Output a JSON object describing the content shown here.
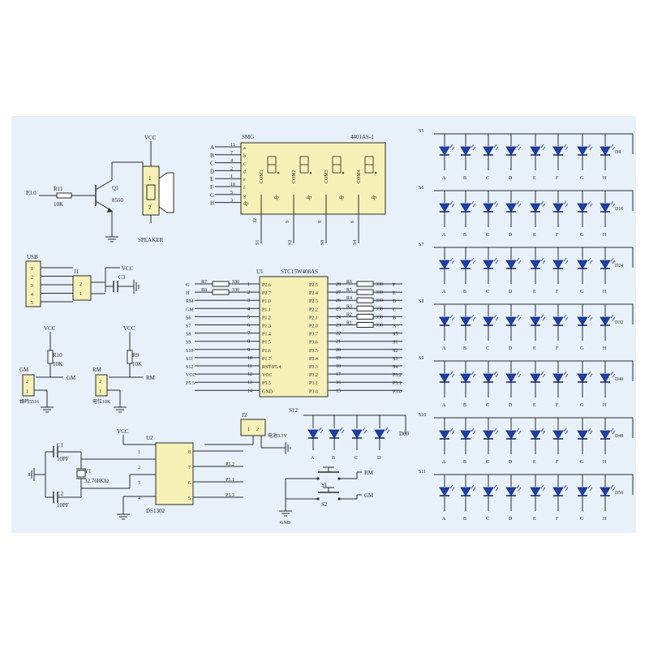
{
  "speaker": {
    "vcc": "VCC",
    "p30": "P3.0",
    "r11": "R11",
    "r11_val": "10K",
    "q1": "Q1",
    "q1_val": "8550",
    "pin2": "2",
    "pin1": "1",
    "label": "SPEAKER"
  },
  "smg": {
    "title": "SMG",
    "part": "4401AS-1",
    "left_labels": [
      "A",
      "B",
      "C",
      "D",
      "E",
      "F",
      "G",
      "H"
    ],
    "left_pins": [
      "11",
      "7",
      "4",
      "2",
      "1",
      "10",
      "5",
      "3"
    ],
    "inner_labels": [
      "a",
      "b",
      "c",
      "d",
      "e",
      "f",
      "g",
      "dp"
    ],
    "com_labels": [
      "COM1",
      "COM2",
      "COM3",
      "COM4"
    ],
    "bottom_pins": [
      "12",
      "9",
      "8",
      "6"
    ],
    "sigs": [
      "S1",
      "S2",
      "S3",
      "S4"
    ]
  },
  "usb": {
    "title": "USB",
    "pins": [
      "1",
      "2",
      "3",
      "4",
      "5"
    ],
    "j1": "J1",
    "j1_pins": [
      "2",
      "1"
    ],
    "c3": "C3",
    "vcc": "VCC"
  },
  "mcu": {
    "title": "U1",
    "part": "STC15W408AS",
    "left_sigs": [
      "G",
      "H",
      "RM",
      "GM",
      "S6",
      "S7",
      "S8",
      "S9",
      "S10",
      "S11",
      "S12",
      "VCC",
      "P5.5",
      ""
    ],
    "left_res": [
      "R7",
      "R8"
    ],
    "left_res_val": [
      "330",
      "330"
    ],
    "left_nums": [
      "1",
      "2",
      "3",
      "4",
      "5",
      "6",
      "7",
      "8",
      "9",
      "10",
      "11",
      "12",
      "13",
      "14"
    ],
    "left_pins": [
      "P2.6",
      "P2.7",
      "P1.0",
      "P1.1",
      "P1.2",
      "P1.3",
      "P1.4",
      "P1.5",
      "P1.6",
      "P1.7",
      "RST/P5.4",
      "VCC",
      "P5.5",
      "GND"
    ],
    "right_pins": [
      "P2.5",
      "P2.4",
      "P2.3",
      "P2.2",
      "P2.1",
      "P2.0",
      "P3.7",
      "P3.6",
      "P3.5",
      "P3.4",
      "P3.3",
      "P3.2",
      "P3.1",
      "P3.0"
    ],
    "right_nums": [
      "28",
      "27",
      "26",
      "25",
      "24",
      "23",
      "22",
      "21",
      "20",
      "19",
      "18",
      "17",
      "16",
      "15"
    ],
    "right_res": [
      "R6",
      "R5",
      "R4",
      "R3",
      "R2",
      "R1"
    ],
    "right_res_val": [
      "330",
      "330",
      "330",
      "330",
      "330",
      "330"
    ],
    "right_sigs": [
      "F",
      "E",
      "D",
      "C",
      "B",
      "A",
      "S5",
      "S1",
      "S2",
      "S3",
      "S4",
      "P3.2",
      "P3.1",
      "P3.0"
    ]
  },
  "pots": [
    {
      "vcc": "VCC",
      "r": "R10",
      "val": "10K",
      "pins": [
        "2",
        "1"
      ],
      "net": "GM",
      "title": "GM",
      "note": "蜂鸣5516"
    },
    {
      "vcc": "VCC",
      "r": "R9",
      "val": "10K",
      "pins": [
        "2",
        "1"
      ],
      "net": "RM",
      "title": "RM",
      "note": "电位10K"
    }
  ],
  "j2": {
    "label": "J2",
    "pins": [
      "1",
      "2"
    ],
    "note": "电池3.3V"
  },
  "rtc": {
    "title": "U2",
    "part": "DS1302",
    "vcc": "VCC",
    "left_nums": [
      "1",
      "2",
      "3",
      "4"
    ],
    "right_nums": [
      "8",
      "7",
      "6",
      "5"
    ],
    "right_nets": [
      "P5.2",
      "P5.1",
      "P5.3"
    ],
    "c1": "C1",
    "c1_val": "10PF",
    "c2": "C2",
    "c2_val": "10PF",
    "y1": "Y1",
    "y1_val": "32.768Khz"
  },
  "buttons": {
    "s12": "S12",
    "led": "D60",
    "cols": [
      "A",
      "B",
      "C",
      "D"
    ],
    "s1": "S1",
    "s2": "S2",
    "rm": "RM",
    "gm": "GM",
    "gnd": "GND"
  },
  "matrix": {
    "cols": [
      "A",
      "B",
      "C",
      "D",
      "E",
      "F",
      "G",
      "H"
    ],
    "rows": [
      {
        "s": "S5",
        "d": "D8"
      },
      {
        "s": "S6",
        "d": "D16"
      },
      {
        "s": "S7",
        "d": "D24"
      },
      {
        "s": "S8",
        "d": "D32"
      },
      {
        "s": "S9",
        "d": "D40"
      },
      {
        "s": "S10",
        "d": "D48"
      },
      {
        "s": "S11",
        "d": "D56"
      }
    ]
  }
}
